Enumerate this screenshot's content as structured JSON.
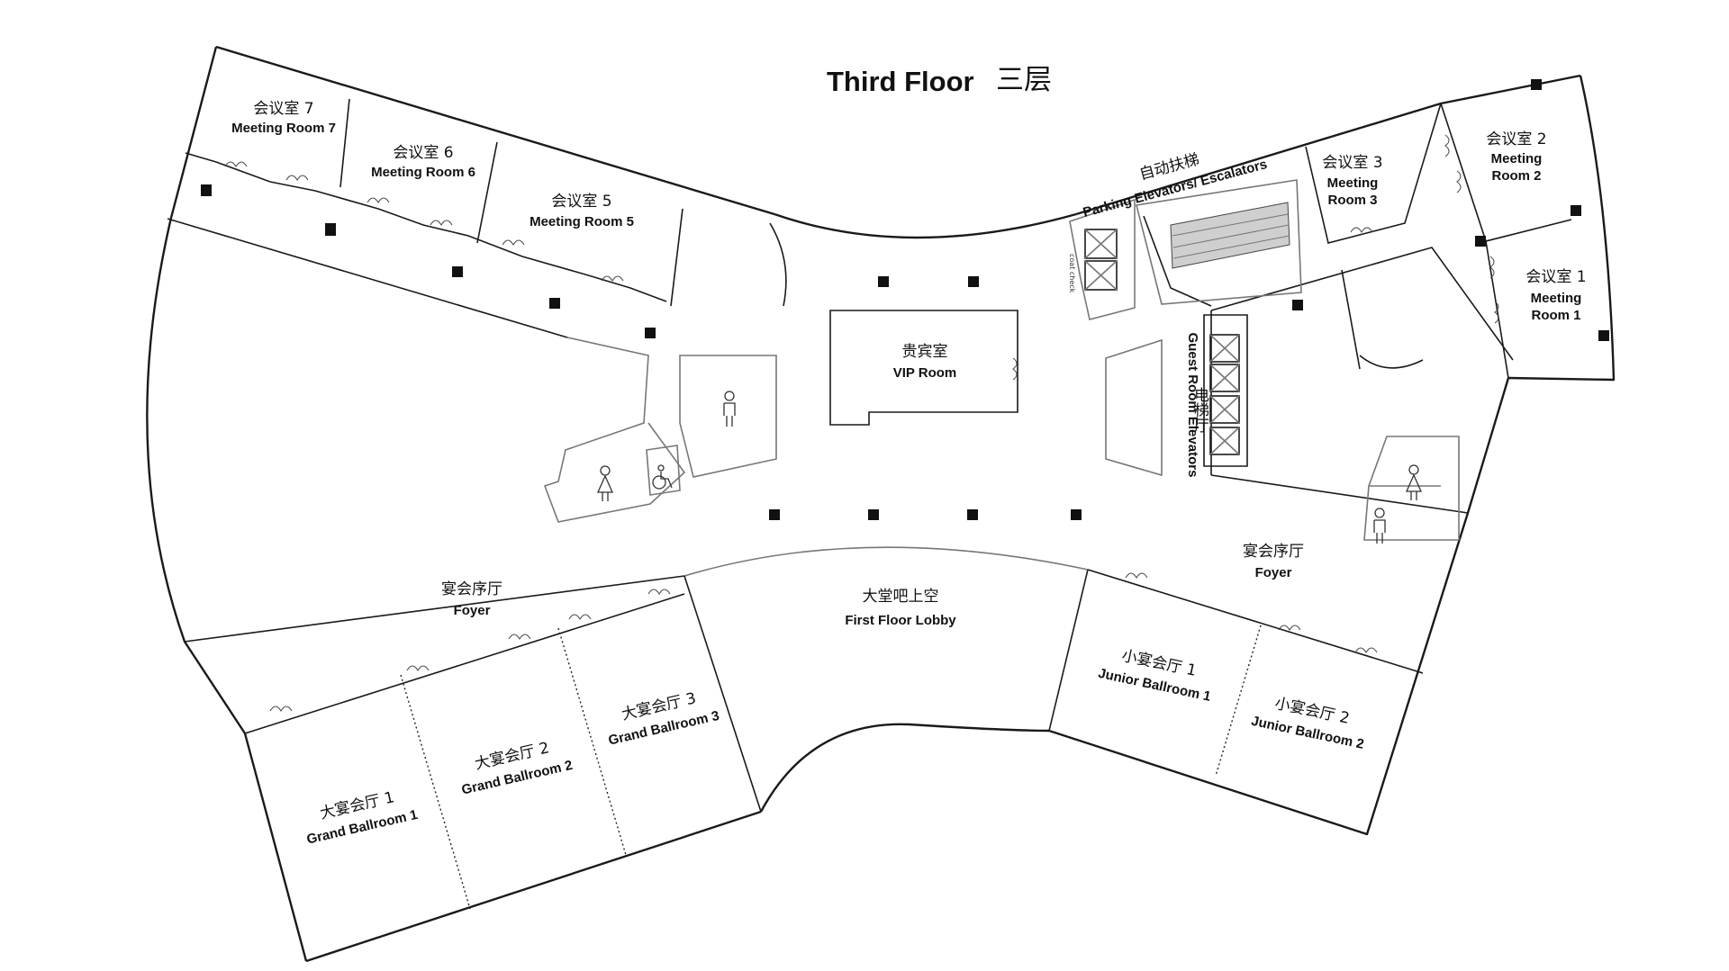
{
  "title": {
    "en": "Third Floor",
    "zh": "三层"
  },
  "rooms": {
    "meeting7": {
      "zh": "会议室 7",
      "en": "Meeting Room 7"
    },
    "meeting6": {
      "zh": "会议室 6",
      "en": "Meeting Room 6"
    },
    "meeting5": {
      "zh": "会议室 5",
      "en": "Meeting Room 5"
    },
    "meeting3": {
      "zh": "会议室 3",
      "en1": "Meeting",
      "en2": "Room 3"
    },
    "meeting2": {
      "zh": "会议室 2",
      "en1": "Meeting",
      "en2": "Room 2"
    },
    "meeting1": {
      "zh": "会议室 1",
      "en1": "Meeting",
      "en2": "Room 1"
    },
    "vip": {
      "zh": "贵宾室",
      "en": "VIP Room"
    },
    "lobby": {
      "zh": "大堂吧上空",
      "en": "First Floor Lobby"
    },
    "foyer_left": {
      "zh": "宴会序厅",
      "en": "Foyer"
    },
    "foyer_right": {
      "zh": "宴会序厅",
      "en": "Foyer"
    },
    "grand1": {
      "zh": "大宴会厅 1",
      "en": "Grand Ballroom 1"
    },
    "grand2": {
      "zh": "大宴会厅 2",
      "en": "Grand Ballroom 2"
    },
    "grand3": {
      "zh": "大宴会厅 3",
      "en": "Grand Ballroom 3"
    },
    "junior1": {
      "zh": "小宴会厅 1",
      "en": "Junior Ballroom 1"
    },
    "junior2": {
      "zh": "小宴会厅 2",
      "en": "Junior Ballroom 2"
    }
  },
  "escalators": {
    "zh": "自动扶梯",
    "en": "Parking Elevators/ Escalators"
  },
  "guest_elevators": {
    "zh": "电梯厅",
    "en": "Guest Room Elevators"
  },
  "coat_check": "coat check",
  "icons": [
    "male-restroom-icon",
    "female-restroom-icon",
    "accessible-restroom-icon",
    "elevator-icon",
    "escalator-icon",
    "door-icon"
  ]
}
